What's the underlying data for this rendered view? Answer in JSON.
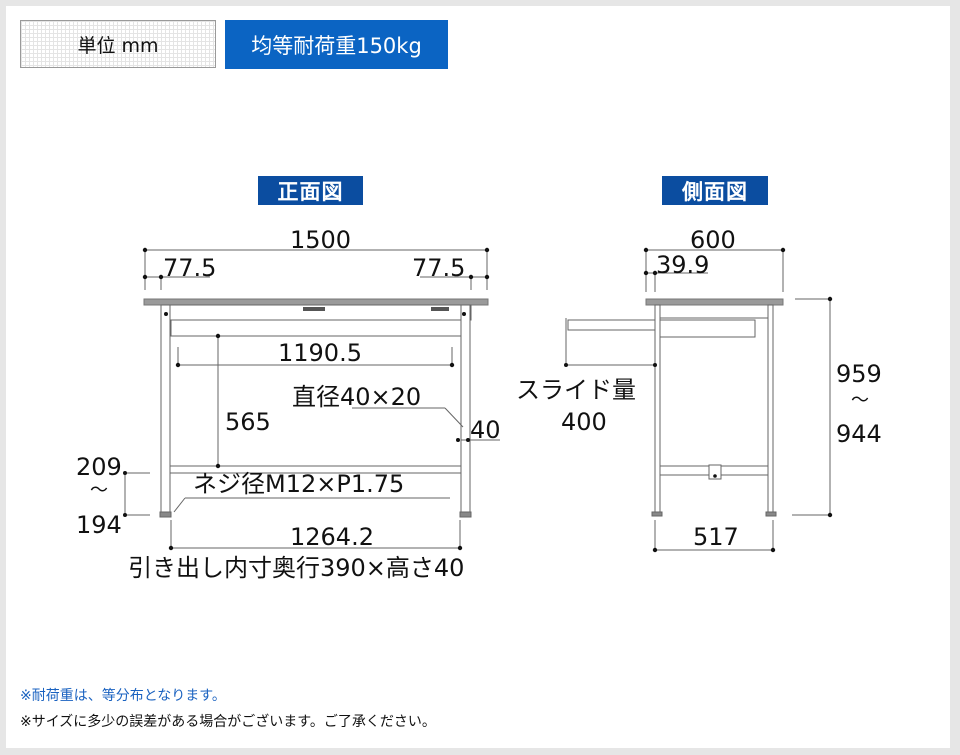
{
  "header": {
    "unit_label": "単位 mm",
    "load_label": "均等耐荷重150kg"
  },
  "front_view": {
    "title": "正面図",
    "dimensions": {
      "overall_width": "1500",
      "left_offset": "77.5",
      "right_offset": "77.5",
      "drawer_width": "1190.5",
      "drawer_height_to_brace": "565",
      "pipe_diameter": "直径40×20",
      "pipe_size": "40",
      "adjuster_height_max": "209",
      "adjuster_range_symbol": "〜",
      "adjuster_height_min": "194",
      "thread_spec": "ネジ径M12×P1.75",
      "inner_leg_span": "1264.2",
      "drawer_inner": "引き出し内寸奥行390×高さ40"
    }
  },
  "side_view": {
    "title": "側面図",
    "dimensions": {
      "overall_depth": "600",
      "top_offset": "39.9",
      "slide_label": "スライド量",
      "slide_amount": "400",
      "height_max": "959",
      "height_range_symbol": "〜",
      "height_min": "944",
      "leg_span": "517"
    }
  },
  "notes": [
    "※耐荷重は、等分布となります。",
    "※サイズに多少の誤差がある場合がございます。ご了承ください。"
  ],
  "colors": {
    "load_badge": "#0b64c3",
    "view_title": "#0b4da0",
    "note_accent": "#1a62c0",
    "background_frame": "#e6e6e6"
  }
}
